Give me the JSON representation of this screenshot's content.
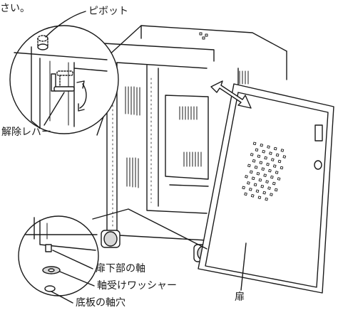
{
  "labels": {
    "top_text": "さい。",
    "pivot": "ピボット",
    "release_lever": "解除レバー",
    "door_axis": "扉下部の軸",
    "washer": "軸受けワッシャー",
    "bottom_hole": "底板の軸穴",
    "door": "扉"
  },
  "colors": {
    "line": "#1a1a1a",
    "shade": "#d8d8d8",
    "background": "#ffffff"
  }
}
